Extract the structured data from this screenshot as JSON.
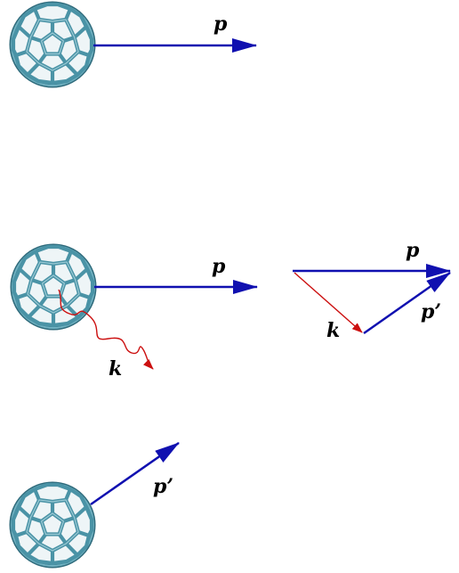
{
  "panel_1": {
    "momentum_label": "p"
  },
  "panel_2": {
    "momentum_label": "p",
    "photon_label": "k"
  },
  "vector_triangle": {
    "p_label": "p",
    "k_label": "k",
    "p_prime_label": "p’"
  },
  "panel_3": {
    "momentum_label": "p’"
  },
  "colors": {
    "momentum_arrow": "#1010b0",
    "photon_wave": "#cc1010",
    "fullerene_edge": "#4a93a6",
    "fullerene_shadow": "#2f6b7c"
  },
  "icons": {
    "molecule": "c60-fullerene-icon"
  }
}
